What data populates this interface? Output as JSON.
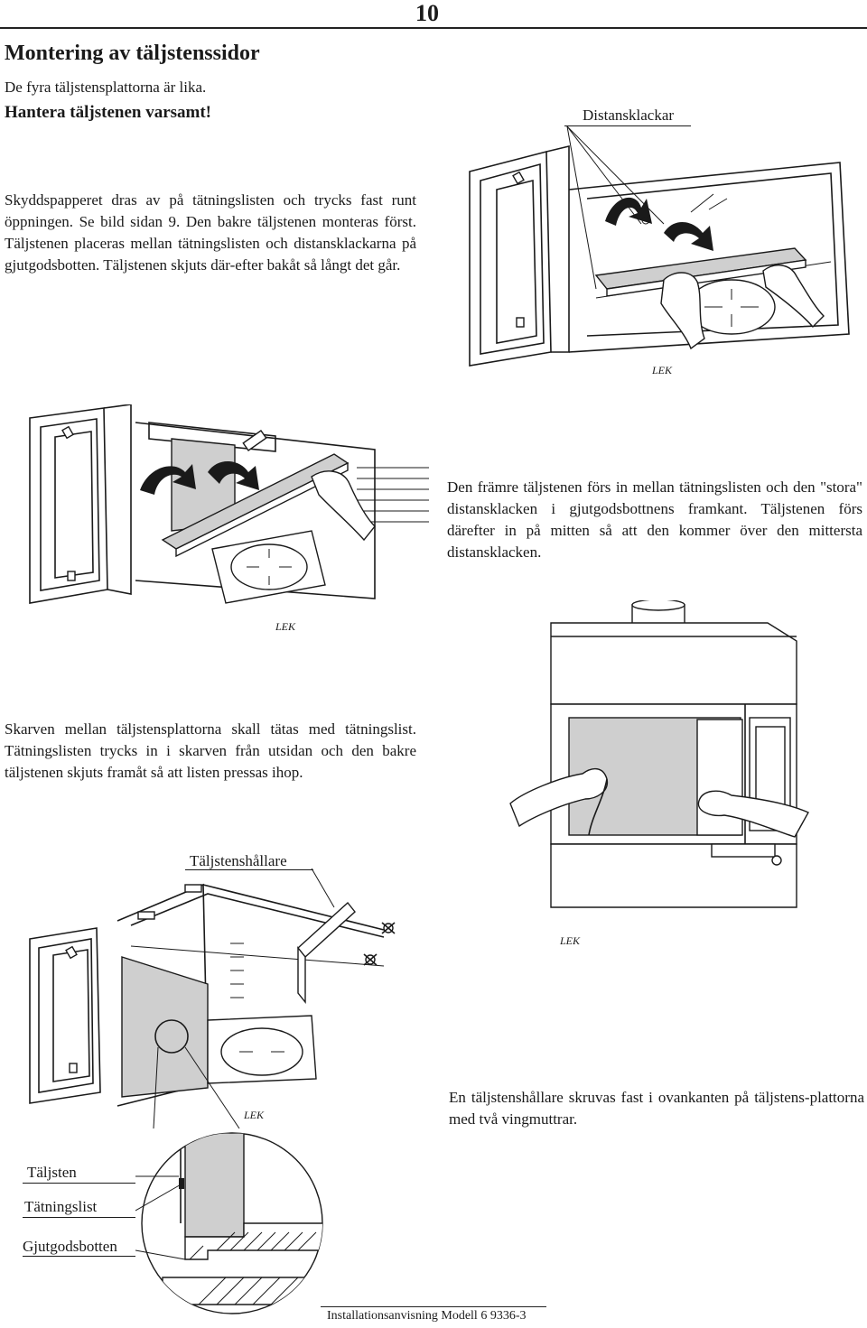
{
  "page_number": "10",
  "heading": "Montering av täljstenssidor",
  "intro_line": "De fyra täljstensplattorna är lika.",
  "warning_line": "Hantera täljstenen varsamt!",
  "label_distansklackar": "Distansklackar",
  "para1": "Skyddspapperet dras av på tätningslisten och trycks fast runt öppningen. Se bild sidan 9. Den bakre täljstenen monteras först. Täljstenen placeras mellan tätningslisten och distansklackarna på gjutgodsbotten. Täljstenen skjuts där-efter bakåt så långt det går.",
  "para2": "Den främre täljstenen förs in mellan tätningslisten och den \"stora\" distansklacken i gjutgodsbottnens framkant. Täljstenen förs därefter in på mitten så att den kommer över den mittersta distansklacken.",
  "para3": "Skarven mellan täljstensplattorna skall tätas med tätningslist. Tätningslisten trycks in i skarven från utsidan och den bakre täljstenen skjuts framåt så att listen pressas ihop.",
  "label_taljstenshallare": "Täljstenshållare",
  "para4": "En täljstenshållare skruvas fast i ovankanten på täljstens-plattorna med två vingmuttrar.",
  "label_taljsten": "Täljsten",
  "label_tatningslist": "Tätningslist",
  "label_gjutgodsbotten": "Gjutgodsbotten",
  "illustration_mark": "LEK",
  "footer": "Installationsanvisning Modell 6 9336-3"
}
